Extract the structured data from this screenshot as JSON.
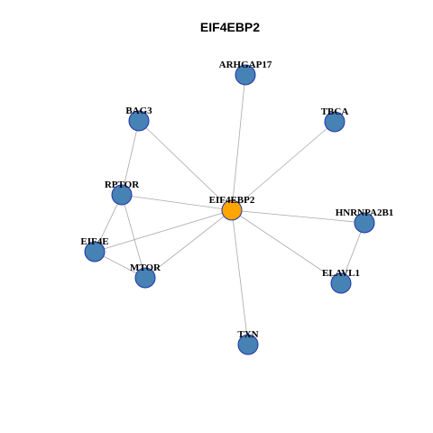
{
  "title": "EIF4EBP2",
  "colors": {
    "default_node": "#4682b4",
    "center_node": "#ffa500",
    "node_border": "#2233aa",
    "edge": "#a8a8a8"
  },
  "nodes": [
    {
      "id": "EIF4EBP2",
      "label": "EIF4EBP2",
      "role": "center"
    },
    {
      "id": "ARHGAP17",
      "label": "ARHGAP17",
      "role": "neighbor"
    },
    {
      "id": "BAG3",
      "label": "BAG3",
      "role": "neighbor"
    },
    {
      "id": "TBCA",
      "label": "TBCA",
      "role": "neighbor"
    },
    {
      "id": "RPTOR",
      "label": "RPTOR",
      "role": "neighbor"
    },
    {
      "id": "HNRNPA2B1",
      "label": "HNRNPA2B1",
      "role": "neighbor"
    },
    {
      "id": "EIF4E",
      "label": "EIF4E",
      "role": "neighbor"
    },
    {
      "id": "MTOR",
      "label": "MTOR",
      "role": "neighbor"
    },
    {
      "id": "ELAVL1",
      "label": "ELAVL1",
      "role": "neighbor"
    },
    {
      "id": "TXN",
      "label": "TXN",
      "role": "neighbor"
    }
  ],
  "edges": [
    [
      "EIF4EBP2",
      "ARHGAP17"
    ],
    [
      "EIF4EBP2",
      "BAG3"
    ],
    [
      "EIF4EBP2",
      "TBCA"
    ],
    [
      "EIF4EBP2",
      "RPTOR"
    ],
    [
      "EIF4EBP2",
      "HNRNPA2B1"
    ],
    [
      "EIF4EBP2",
      "EIF4E"
    ],
    [
      "EIF4EBP2",
      "MTOR"
    ],
    [
      "EIF4EBP2",
      "ELAVL1"
    ],
    [
      "EIF4EBP2",
      "TXN"
    ],
    [
      "BAG3",
      "RPTOR"
    ],
    [
      "RPTOR",
      "EIF4E"
    ],
    [
      "RPTOR",
      "MTOR"
    ],
    [
      "EIF4E",
      "MTOR"
    ],
    [
      "HNRNPA2B1",
      "ELAVL1"
    ]
  ]
}
